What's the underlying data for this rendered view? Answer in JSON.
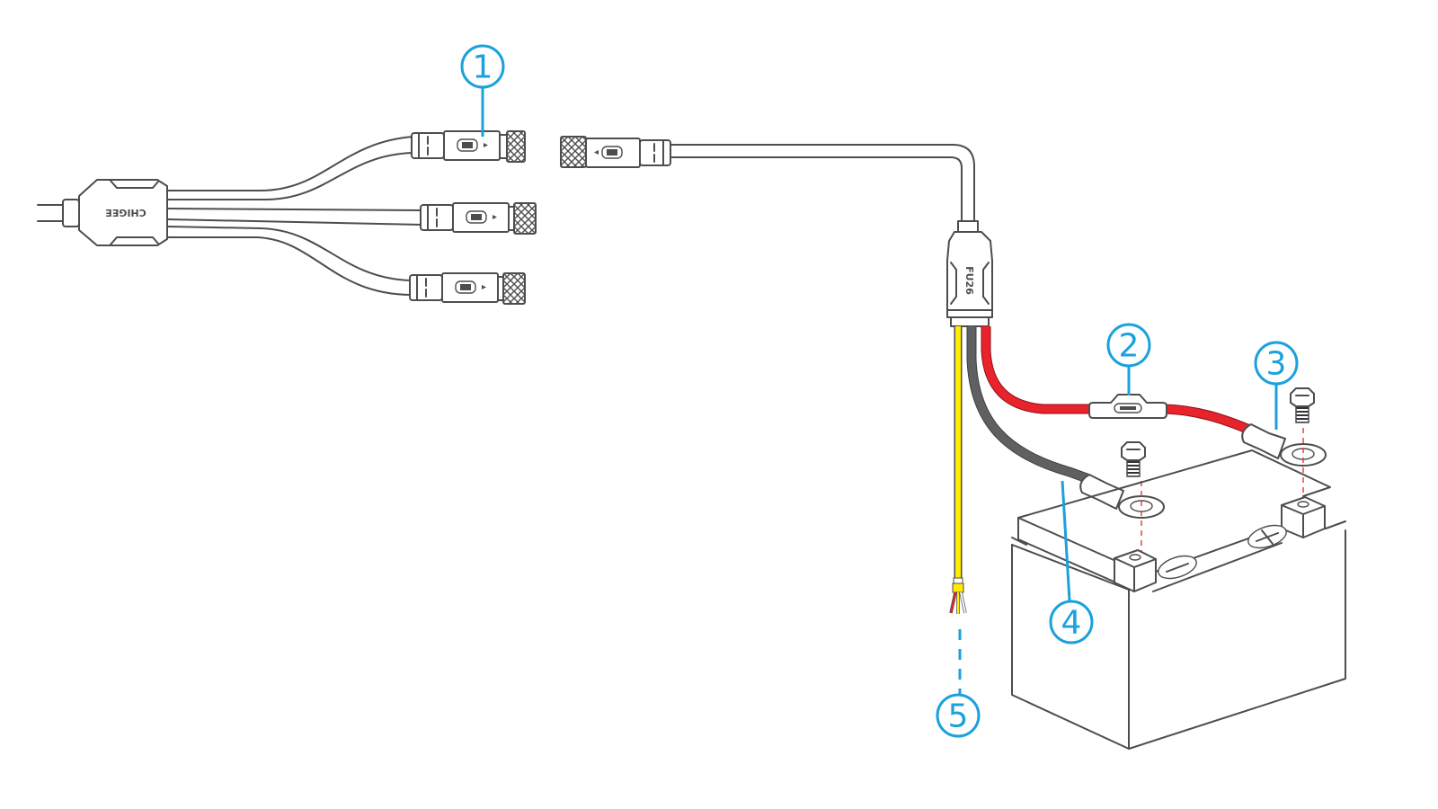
{
  "diagram": {
    "title": "Cable harness to battery wiring diagram",
    "splitter_label": "CHIGEE",
    "junction_label": "FU26",
    "colors": {
      "callout": "#1ba1dc",
      "outline": "#4d4d4f",
      "positive_wire": "#e8232b",
      "negative_wire": "#5f6062",
      "signal_wire": "#ffec00",
      "guide_dash": "#e8443a"
    },
    "callouts": [
      {
        "number": "1",
        "target": "connector"
      },
      {
        "number": "2",
        "target": "fuse-holder"
      },
      {
        "number": "3",
        "target": "positive-ring-terminal"
      },
      {
        "number": "4",
        "target": "negative-ring-terminal"
      },
      {
        "number": "5",
        "target": "signal-wire-end"
      }
    ],
    "battery": {
      "positive_symbol": "+",
      "negative_symbol": "−"
    }
  }
}
